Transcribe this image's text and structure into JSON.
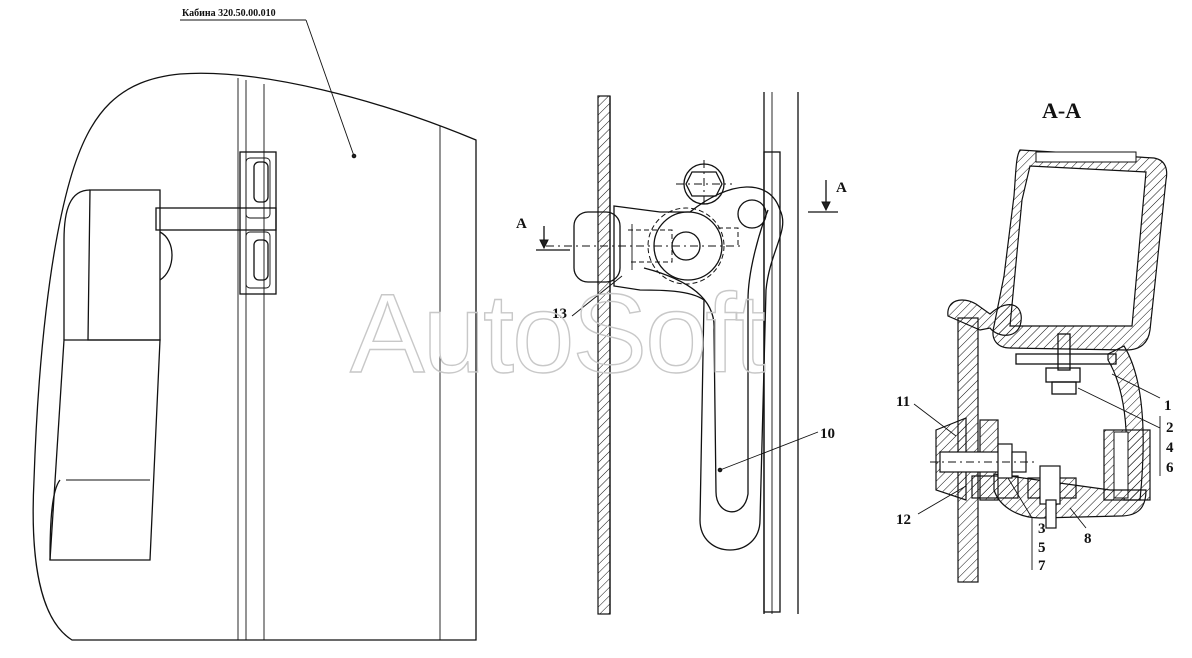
{
  "drawing": {
    "cab_label": "Кабина 320.50.00.010",
    "watermark": "AutoSoft",
    "section_title": "A-A",
    "section_mark": "A",
    "callouts": {
      "c1": "1",
      "c2": "2",
      "c3": "3",
      "c4": "4",
      "c5": "5",
      "c6": "6",
      "c7": "7",
      "c8": "8",
      "c10": "10",
      "c11": "11",
      "c12": "12",
      "c13": "13"
    }
  }
}
